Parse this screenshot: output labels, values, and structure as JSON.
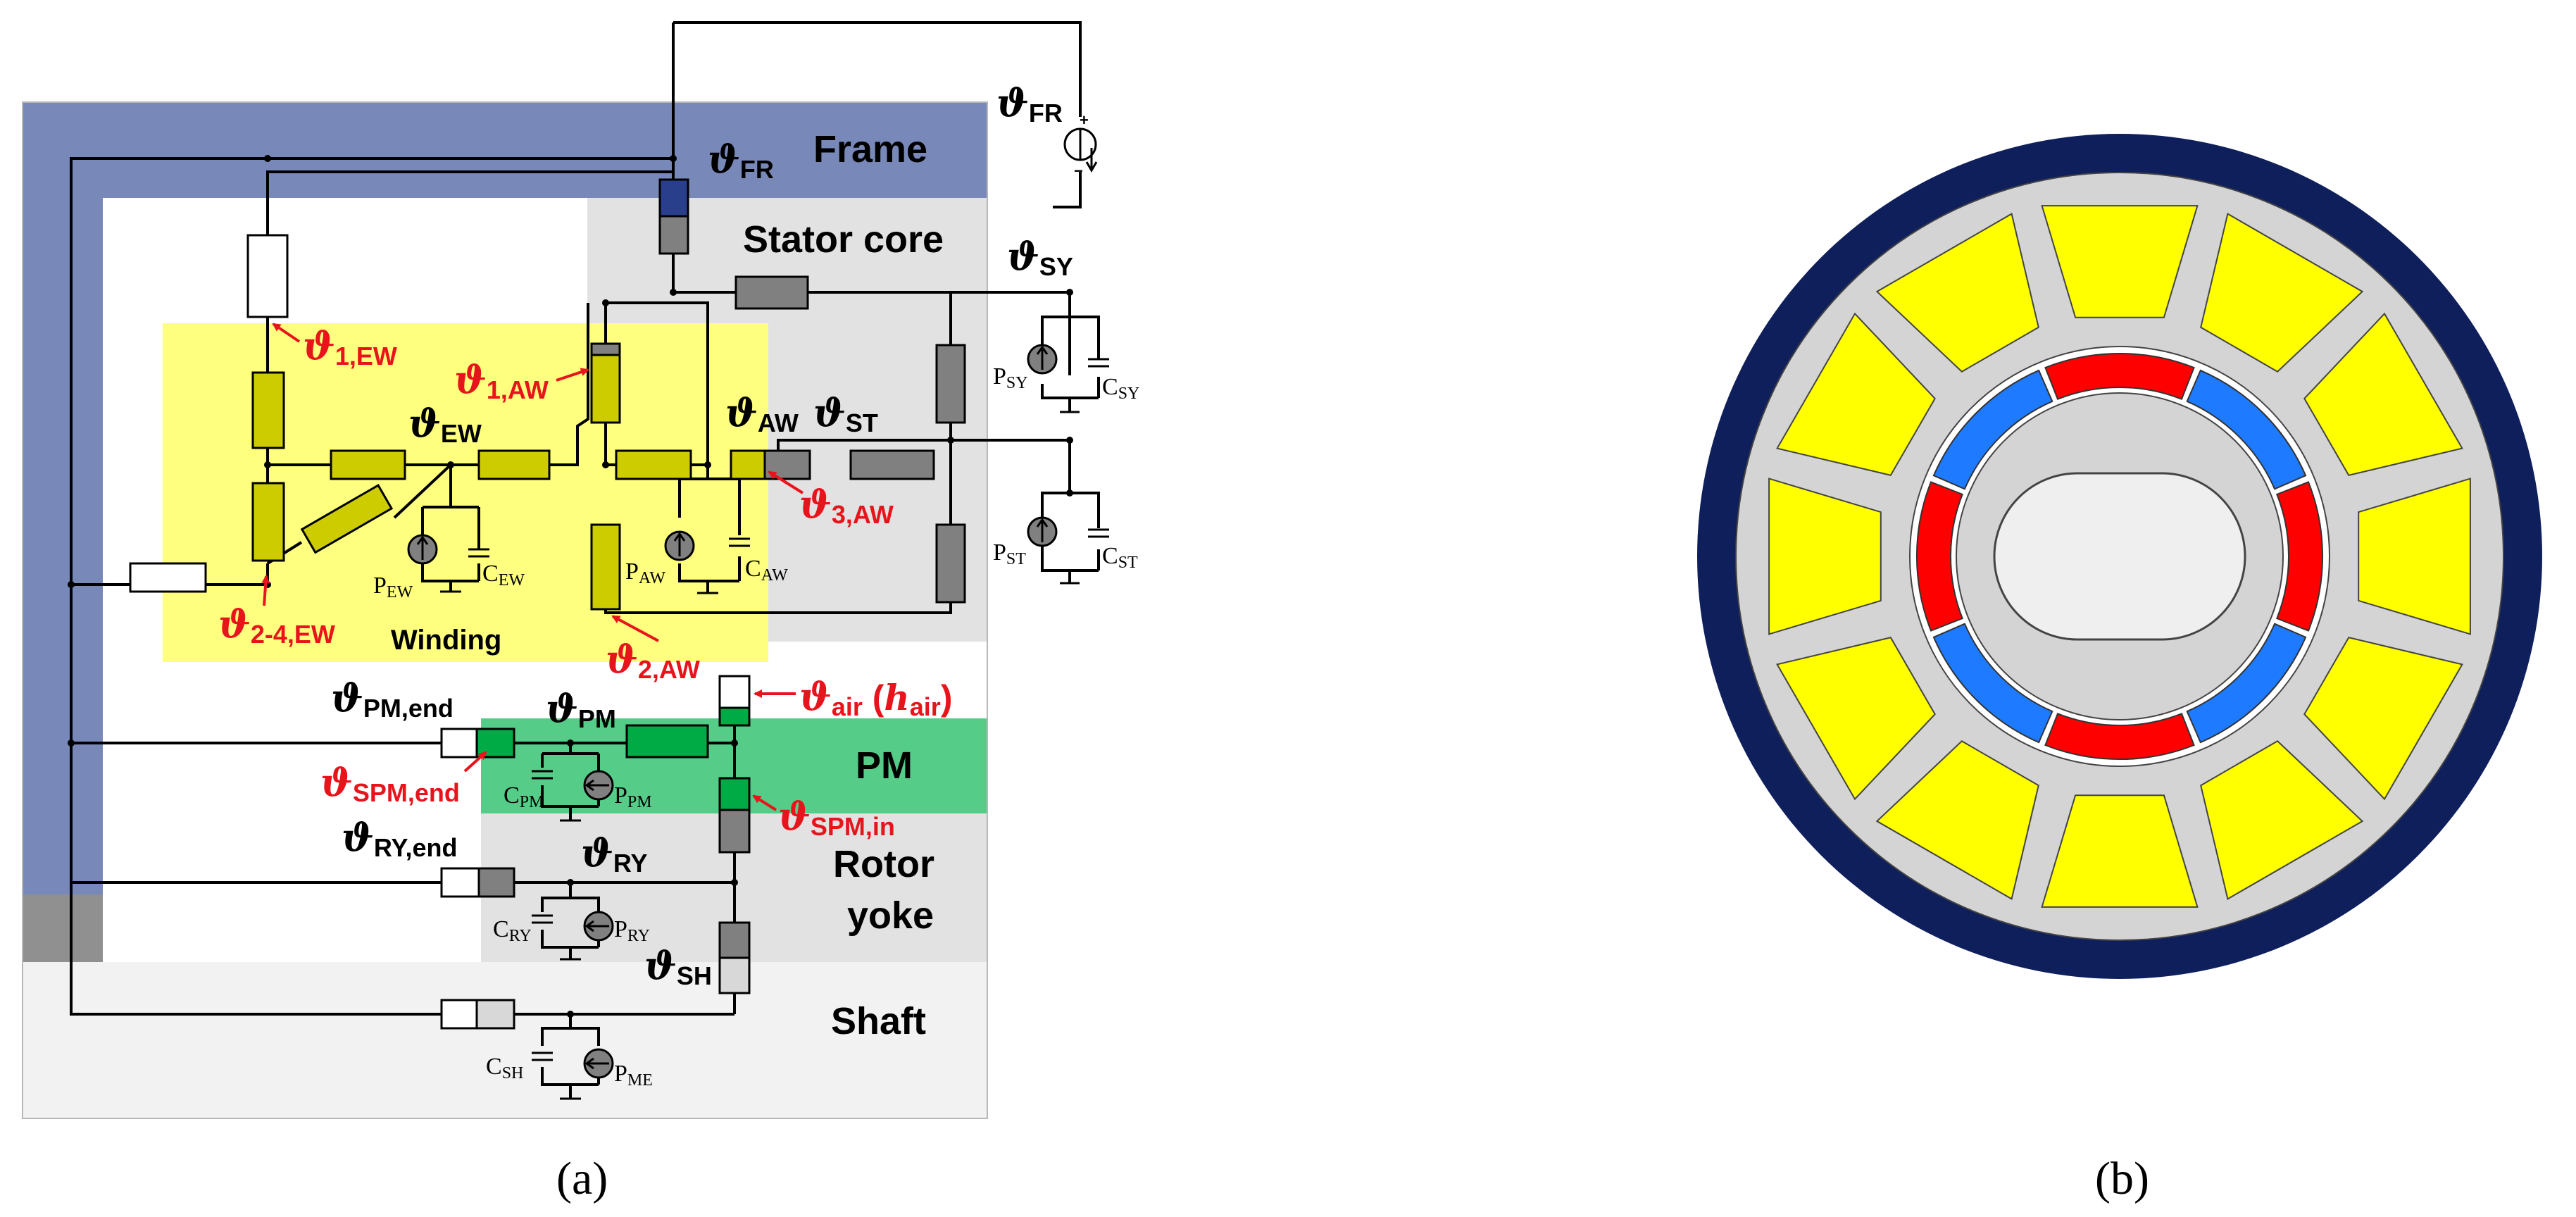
{
  "captions": {
    "a": "(a)",
    "b": "(b)"
  },
  "regions": {
    "frame": "Frame",
    "stator_core": "Stator core",
    "winding": "Winding",
    "pm": "PM",
    "rotor_yoke_1": "Rotor",
    "rotor_yoke_2": "yoke",
    "shaft": "Shaft"
  },
  "nodes": {
    "fr": {
      "sym": "ϑ",
      "sub": "FR"
    },
    "fr_src": {
      "sym": "ϑ",
      "sub": "FR"
    },
    "sy": {
      "sym": "ϑ",
      "sub": "SY"
    },
    "st": {
      "sym": "ϑ",
      "sub": "ST"
    },
    "aw": {
      "sym": "ϑ",
      "sub": "AW"
    },
    "ew": {
      "sym": "ϑ",
      "sub": "EW"
    },
    "pm": {
      "sym": "ϑ",
      "sub": "PM"
    },
    "pm_end": {
      "sym": "ϑ",
      "sub": "PM,end"
    },
    "ry": {
      "sym": "ϑ",
      "sub": "RY"
    },
    "ry_end": {
      "sym": "ϑ",
      "sub": "RY,end"
    },
    "sh": {
      "sym": "ϑ",
      "sub": "SH"
    }
  },
  "red_nodes": {
    "n1ew": {
      "sym": "ϑ",
      "sub": "1,EW"
    },
    "n1aw": {
      "sym": "ϑ",
      "sub": "1,AW"
    },
    "n3aw": {
      "sym": "ϑ",
      "sub": "3,AW"
    },
    "n24ew": {
      "sym": "ϑ",
      "sub": "2-4,EW"
    },
    "n2aw": {
      "sym": "ϑ",
      "sub": "2,AW"
    },
    "air": {
      "sym": "ϑ",
      "sub": "air",
      "suffix_open": " (",
      "h": "h",
      "h_sub": "air",
      "suffix_close": ")"
    },
    "spm_end": {
      "sym": "ϑ",
      "sub": "SPM,end"
    },
    "spm_in": {
      "sym": "ϑ",
      "sub": "SPM,in"
    }
  },
  "components": {
    "p_sy": {
      "main": "P",
      "sub": "SY"
    },
    "c_sy": {
      "main": "C",
      "sub": "SY"
    },
    "p_st": {
      "main": "P",
      "sub": "ST"
    },
    "c_st": {
      "main": "C",
      "sub": "ST"
    },
    "p_ew": {
      "main": "P",
      "sub": "EW"
    },
    "c_ew": {
      "main": "C",
      "sub": "EW"
    },
    "p_aw": {
      "main": "P",
      "sub": "AW"
    },
    "c_aw": {
      "main": "C",
      "sub": "AW"
    },
    "c_pm": {
      "main": "C",
      "sub": "PM"
    },
    "p_pm": {
      "main": "P",
      "sub": "PM"
    },
    "c_ry": {
      "main": "C",
      "sub": "RY"
    },
    "p_ry": {
      "main": "P",
      "sub": "RY"
    },
    "c_sh": {
      "main": "C",
      "sub": "SH"
    },
    "p_me": {
      "main": "P",
      "sub": "ME"
    }
  },
  "source_signs": {
    "plus": "+",
    "minus": "−"
  },
  "colors": {
    "frame": "#7888b8",
    "frame_dark": "#2a3f8c",
    "stator_core": "#e2e2e2",
    "shaft": "#f2f2f2",
    "winding": "#ffff7f",
    "winding_resistor": "#cccc00",
    "pm": "#55cc88",
    "pm_resistor": "#00aa44",
    "gray_resistor": "#808080",
    "label_red": "#e8141c",
    "machine_outer": "#0f1f5c",
    "machine_stator": "#d4d4d4",
    "machine_coil": "#ffff00",
    "magnet_red": "#ff0000",
    "magnet_blue": "#1e7bff"
  }
}
